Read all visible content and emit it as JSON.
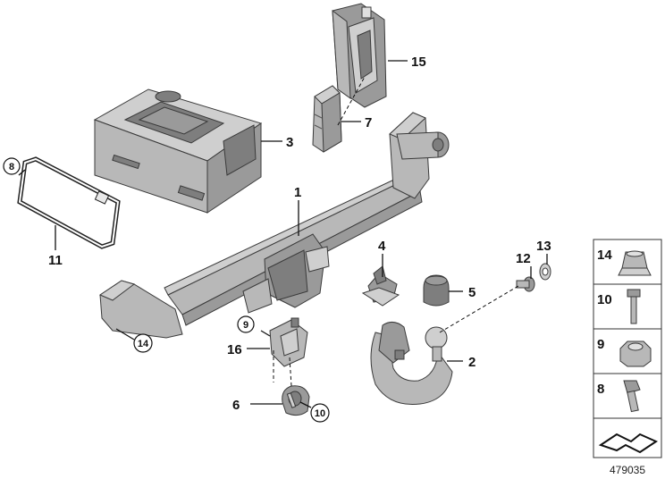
{
  "labels": {
    "tow_bar": "1",
    "ball_neck": "2",
    "foam_tray": "3",
    "cap_holder": "4",
    "protective_cap": "5",
    "socket_lock": "6",
    "control_module": "7",
    "seal_frame_circled": "8",
    "nut_ref_circled": "9",
    "screw_ref_circled": "10",
    "seal_frame": "11",
    "grommet": "12",
    "washer": "13",
    "collar_nut_ref_circled": "14",
    "bracket": "15",
    "cable_bracket": "16"
  },
  "fastener_panel": [
    {
      "number": "14",
      "icon": "collar-nut-icon"
    },
    {
      "number": "10",
      "icon": "long-screw-icon"
    },
    {
      "number": "9",
      "icon": "hex-nut-icon"
    },
    {
      "number": "8",
      "icon": "short-bolt-icon"
    },
    {
      "number": "",
      "icon": "floor-step-icon"
    }
  ],
  "diagram_id": "479035",
  "colors": {
    "part_fill": "#b8b8b8",
    "part_dark": "#7e7e7e",
    "outline": "#3a3a3a",
    "text": "#111111"
  }
}
